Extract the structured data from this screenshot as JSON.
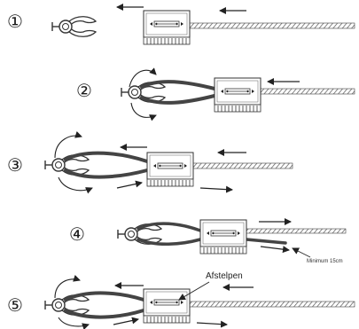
{
  "steps": [
    {
      "number": "①"
    },
    {
      "number": "②"
    },
    {
      "number": "③"
    },
    {
      "number": "④",
      "note": "Minimum 15cm"
    },
    {
      "number": "⑤",
      "callout": "Afstelpen"
    }
  ]
}
